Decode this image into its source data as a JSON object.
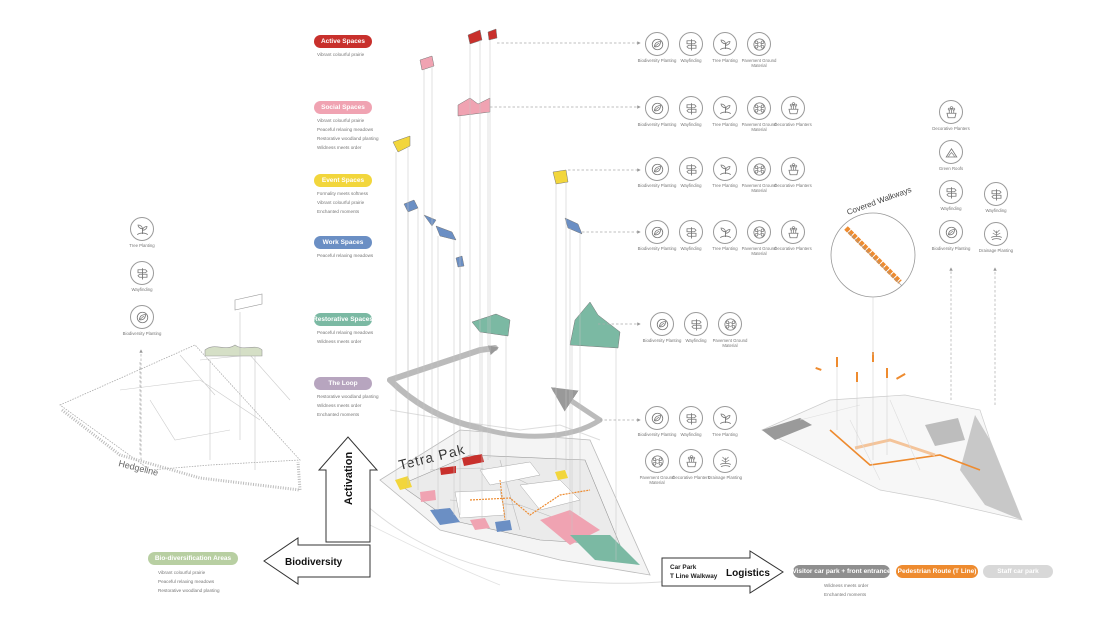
{
  "colors": {
    "active": "#c8302c",
    "social": "#f0a3b2",
    "event": "#f2d63c",
    "work": "#6b8fc4",
    "restorative": "#7bb9a3",
    "loop": "#b7a5bf",
    "biodiv": "#b8cfa2",
    "orange": "#ee8b2f",
    "grey": "#8f8f8f",
    "lightgrey": "#d8d8d8"
  },
  "categories": [
    {
      "label": "Active Spaces",
      "lines": [
        "Vibrant colourful prairie"
      ]
    },
    {
      "label": "Social Spaces",
      "lines": [
        "Vibrant colourful prairie",
        "Peaceful relaxing meadows",
        "Restorative woodland planting",
        "Wildness meets order"
      ]
    },
    {
      "label": "Event Spaces",
      "lines": [
        "Formality meets softness",
        "Vibrant colourful prairie",
        "Enchanted moments"
      ]
    },
    {
      "label": "Work Spaces",
      "lines": [
        "Peaceful relaxing meadows"
      ]
    },
    {
      "label": "Restorative  Spaces",
      "lines": [
        "Peaceful relaxing meadows",
        "Wildness meets order"
      ]
    },
    {
      "label": "The Loop",
      "lines": [
        "Restorative woodland planting",
        "Wildness meets order",
        "Enchanted moments"
      ]
    }
  ],
  "biodiversification": {
    "label": "Bio-diversification Areas",
    "lines": [
      "Vibrant colourful prairie",
      "Peaceful relaxing meadows",
      "Restorative woodland planting"
    ]
  },
  "logistics_pills": [
    {
      "label": "Visitor car park + front entrance"
    },
    {
      "label": "Pedestrian Route (T Line)"
    },
    {
      "label": "Staff car park"
    }
  ],
  "logistics_lines": [
    "Wildness meets order",
    "Enchanted moments"
  ],
  "arrows": {
    "activation": "Activation",
    "biodiversity": "Biodiversity",
    "logistics": "Logistics",
    "logistics_sub": [
      "Car Park",
      "T Line Walkway"
    ]
  },
  "map_labels": {
    "tetra": "Tetra Pak",
    "hedgeline": "Hedgeline",
    "covered": "Covered Walkways"
  },
  "icon_groups": {
    "row1": [
      {
        "icon": "leaf-circle-icon",
        "label": "Biodiversity Planting"
      },
      {
        "icon": "signpost-icon",
        "label": "Wayfinding"
      },
      {
        "icon": "tree-planting-icon",
        "label": "Tree Planting"
      },
      {
        "icon": "paving-icon",
        "label": "Pavement Ground Material"
      }
    ],
    "row2": [
      {
        "icon": "leaf-circle-icon",
        "label": "Biodiversity Planting"
      },
      {
        "icon": "signpost-icon",
        "label": "Wayfinding"
      },
      {
        "icon": "tree-planting-icon",
        "label": "Tree Planting"
      },
      {
        "icon": "paving-icon",
        "label": "Pavement Ground Material"
      },
      {
        "icon": "planter-icon",
        "label": "Decorative Planters"
      }
    ],
    "row3": [
      {
        "icon": "leaf-circle-icon",
        "label": "Biodiversity Planting"
      },
      {
        "icon": "signpost-icon",
        "label": "Wayfinding"
      },
      {
        "icon": "tree-planting-icon",
        "label": "Tree Planting"
      },
      {
        "icon": "paving-icon",
        "label": "Pavement Ground Material"
      },
      {
        "icon": "planter-icon",
        "label": "Decorative Planters"
      }
    ],
    "row4": [
      {
        "icon": "leaf-circle-icon",
        "label": "Biodiversity Planting"
      },
      {
        "icon": "signpost-icon",
        "label": "Wayfinding"
      },
      {
        "icon": "tree-planting-icon",
        "label": "Tree Planting"
      },
      {
        "icon": "paving-icon",
        "label": "Pavement Ground Material"
      },
      {
        "icon": "planter-icon",
        "label": "Decorative Planters"
      }
    ],
    "row5": [
      {
        "icon": "leaf-circle-icon",
        "label": "Biodiversity Planting"
      },
      {
        "icon": "signpost-icon",
        "label": "Wayfinding"
      },
      {
        "icon": "paving-icon",
        "label": "Pavement Ground Material"
      }
    ],
    "row6a": [
      {
        "icon": "leaf-circle-icon",
        "label": "Biodiversity Planting"
      },
      {
        "icon": "signpost-icon",
        "label": "Wayfinding"
      },
      {
        "icon": "tree-planting-icon",
        "label": "Tree Planting"
      }
    ],
    "row6b": [
      {
        "icon": "paving-icon",
        "label": "Pavement Ground Material"
      },
      {
        "icon": "planter-icon",
        "label": "Decorative Planters"
      },
      {
        "icon": "drainage-icon",
        "label": "Drainage Planting"
      }
    ],
    "left": [
      {
        "icon": "tree-planting-icon",
        "label": "Tree Planting"
      },
      {
        "icon": "signpost-icon",
        "label": "Wayfinding"
      },
      {
        "icon": "leaf-circle-icon",
        "label": "Biodiversity Planting"
      }
    ],
    "right_col1": [
      {
        "icon": "planter-icon",
        "label": "Decorative Planters"
      },
      {
        "icon": "green-roof-icon",
        "label": "Green Roofs"
      },
      {
        "icon": "signpost-icon",
        "label": "Wayfinding"
      },
      {
        "icon": "leaf-circle-icon",
        "label": "Biodiversity Planting"
      }
    ],
    "right_col2": [
      {
        "icon": "signpost-icon",
        "label": "Wayfinding"
      },
      {
        "icon": "drainage-icon",
        "label": "Drainage Planting"
      }
    ]
  }
}
